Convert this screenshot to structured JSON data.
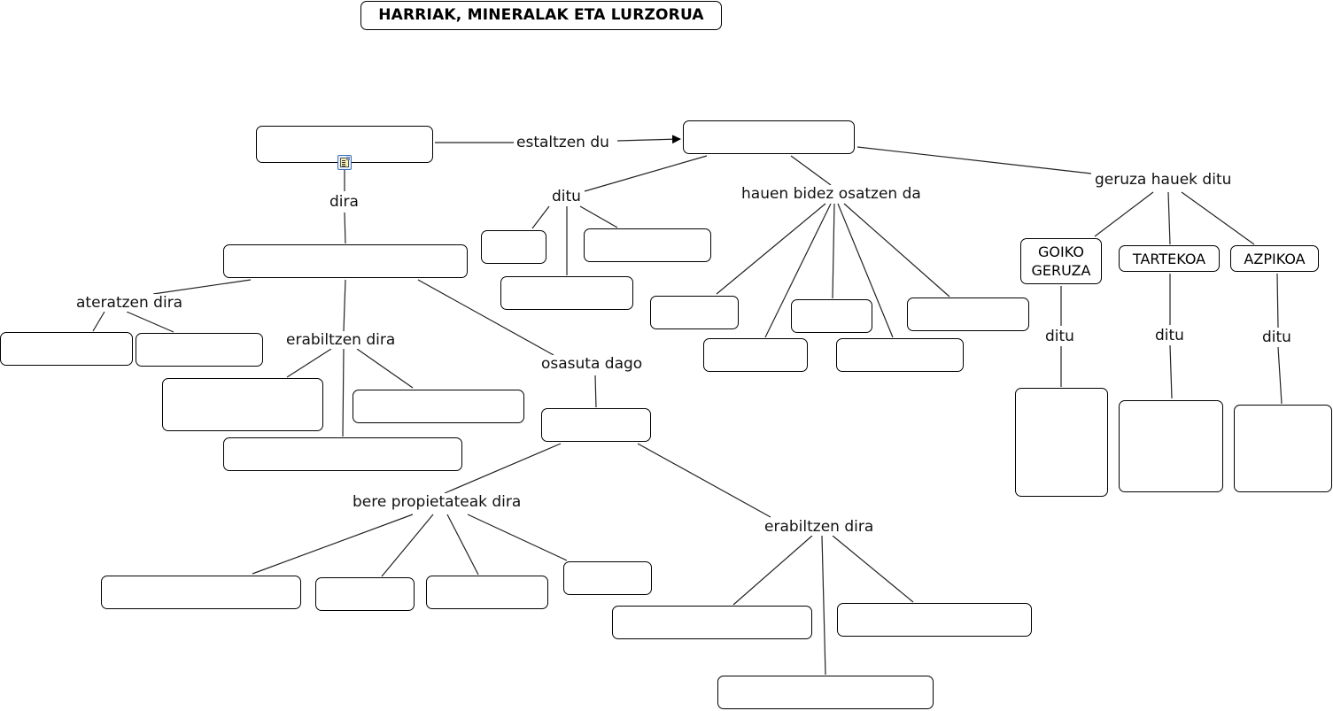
{
  "title": "HARRIAK, MINERALAK ETA LURZORUA",
  "link_labels": {
    "estaltzen_du": "estaltzen du",
    "dira": "dira",
    "ateratzen_dira": "ateratzen dira",
    "erabiltzen_dira_1": "erabiltzen dira",
    "osasuta_dago": "osasuta dago",
    "bere_propietateak_dira": "bere propietateak dira",
    "erabiltzen_dira_2": "erabiltzen dira",
    "ditu": "ditu",
    "hauen_bidez_osatzen_da": "hauen bidez osatzen da",
    "geruza_hauek_ditu": "geruza hauek ditu",
    "ditu_goiko": "ditu",
    "ditu_tartekoa": "ditu",
    "ditu_azpikoa": "ditu"
  },
  "layers": {
    "goiko": "GOIKO GERUZA",
    "tartekoa": "TARTEKOA",
    "azpikoa": "AZPIKOA"
  },
  "empty_concepts": "blank boxes to fill in",
  "icons": {
    "note": "note-attachment-icon"
  }
}
